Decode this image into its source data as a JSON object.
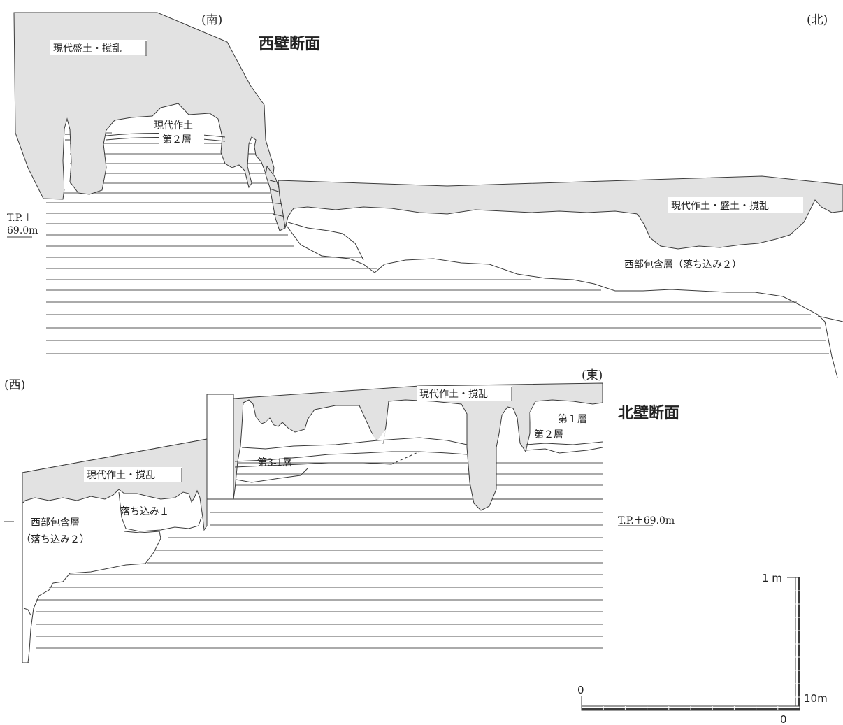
{
  "west_section": {
    "title": "西壁断面",
    "direction_left": "(南)",
    "direction_right": "(北)",
    "label_modern_fill": "現代盛土・撹乱",
    "label_modern_soil": "現代作土",
    "label_layer2": "第２層",
    "label_modern_soil_fill": "現代作土・盛土・撹乱",
    "label_west_deposit": "西部包含層（落ち込み２）",
    "tp_label_line1": "T.P.＋",
    "tp_label_line2": "69.0m"
  },
  "north_section": {
    "title": "北壁断面",
    "direction_left": "(西)",
    "direction_right": "(東)",
    "label_modern_soil_left": "現代作土・撹乱",
    "label_modern_soil_right": "現代作土・撹乱",
    "label_layer1": "第１層",
    "label_layer2": "第２層",
    "label_layer3_1": "第3-1層",
    "label_drop1": "落ち込み１",
    "label_west_deposit_line1": "西部包含層",
    "label_west_deposit_line2": "（落ち込み２）",
    "tp_label": "T.P.＋69.0m"
  },
  "scale_bar": {
    "vertical_top": "1 m",
    "horizontal_left": "0",
    "horizontal_right": "10m",
    "origin": "0"
  }
}
